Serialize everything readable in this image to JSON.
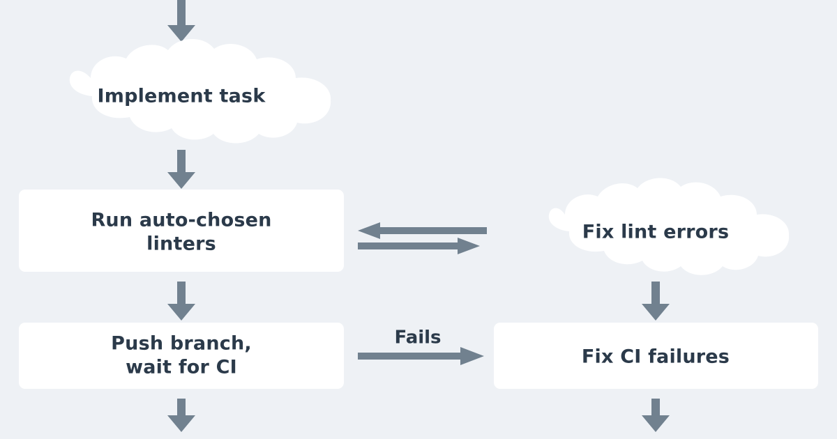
{
  "diagram": {
    "title": "Coding agent workflow flowchart",
    "type": "flowchart",
    "background_color": "#eef1f5",
    "node_fill_color": "#ffffff",
    "text_color": "#2b3a4a",
    "arrow_color": "#71818f",
    "nodes": [
      {
        "id": "implement-task",
        "shape": "cloud",
        "label": "Implement task",
        "lines": [
          "Implement task"
        ]
      },
      {
        "id": "run-linters",
        "shape": "rectangle",
        "label": "Run auto-chosen linters",
        "lines": [
          "Run auto-chosen",
          "linters"
        ]
      },
      {
        "id": "fix-lint-errors",
        "shape": "cloud",
        "label": "Fix lint errors",
        "lines": [
          "Fix lint errors"
        ]
      },
      {
        "id": "push-branch",
        "shape": "rectangle",
        "label": "Push branch, wait for CI",
        "lines": [
          "Push branch,",
          "wait for CI"
        ]
      },
      {
        "id": "fix-ci-failures",
        "shape": "rectangle",
        "label": "Fix CI failures",
        "lines": [
          "Fix CI failures"
        ]
      }
    ],
    "edges": [
      {
        "id": "edge-incoming-top",
        "from": "",
        "to": "implement-task",
        "direction": "down",
        "label": ""
      },
      {
        "id": "edge-implement-to-linters",
        "from": "implement-task",
        "to": "run-linters",
        "direction": "down",
        "label": ""
      },
      {
        "id": "edge-fixlint-to-linters",
        "from": "fix-lint-errors",
        "to": "run-linters",
        "direction": "left",
        "label": ""
      },
      {
        "id": "edge-linters-to-fixlint",
        "from": "run-linters",
        "to": "fix-lint-errors",
        "direction": "right",
        "label": ""
      },
      {
        "id": "edge-linters-to-push",
        "from": "run-linters",
        "to": "push-branch",
        "direction": "down",
        "label": ""
      },
      {
        "id": "edge-push-to-fixci",
        "from": "push-branch",
        "to": "fix-ci-failures",
        "direction": "right",
        "label": "Fails"
      },
      {
        "id": "edge-fixlint-down",
        "from": "fix-lint-errors",
        "to": "fix-ci-failures",
        "direction": "down",
        "label": ""
      },
      {
        "id": "edge-push-out-bottom",
        "from": "push-branch",
        "to": "",
        "direction": "down",
        "label": ""
      },
      {
        "id": "edge-fixci-out-bottom",
        "from": "fix-ci-failures",
        "to": "",
        "direction": "down",
        "label": ""
      }
    ],
    "edge_labels": {
      "fails": "Fails"
    }
  }
}
